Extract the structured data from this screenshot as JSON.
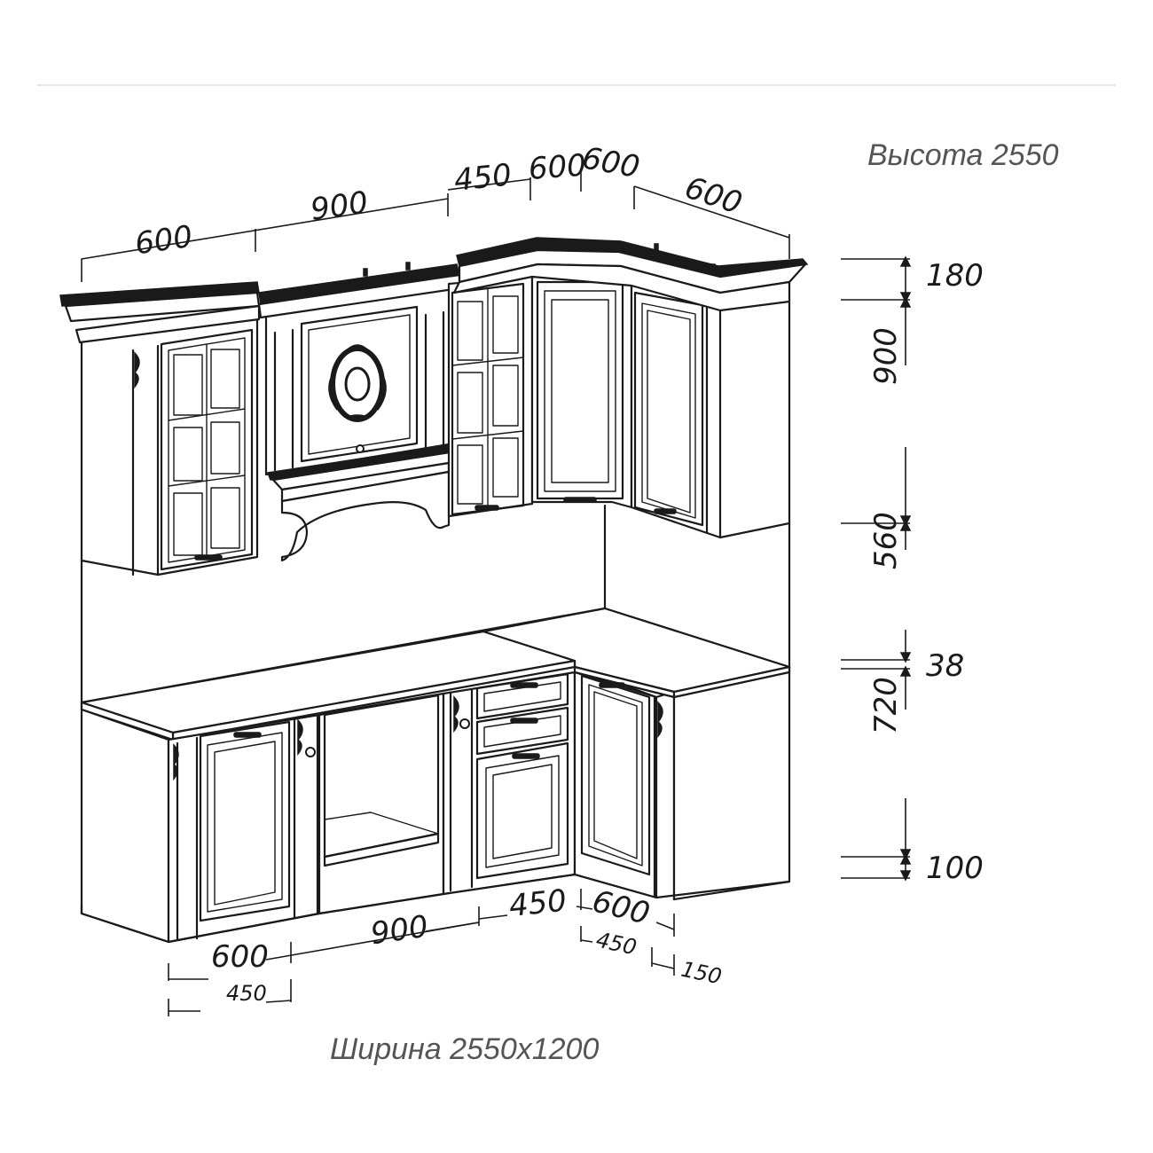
{
  "labels": {
    "height": "Высота 2550",
    "width": "Ширина 2550х1200"
  },
  "top_dims": [
    "600",
    "900",
    "450",
    "600",
    "600",
    "600"
  ],
  "right_dims": [
    "180",
    "900",
    "560",
    "38",
    "720",
    "100"
  ],
  "bottom_dims": {
    "d600a": "600",
    "d450a": "450",
    "d900": "900",
    "d450b": "450",
    "d600b": "600",
    "d450c": "450",
    "d150": "150"
  },
  "colors": {
    "line": "#1a1a1a",
    "caption": "#555555",
    "rule": "#dddddd"
  }
}
